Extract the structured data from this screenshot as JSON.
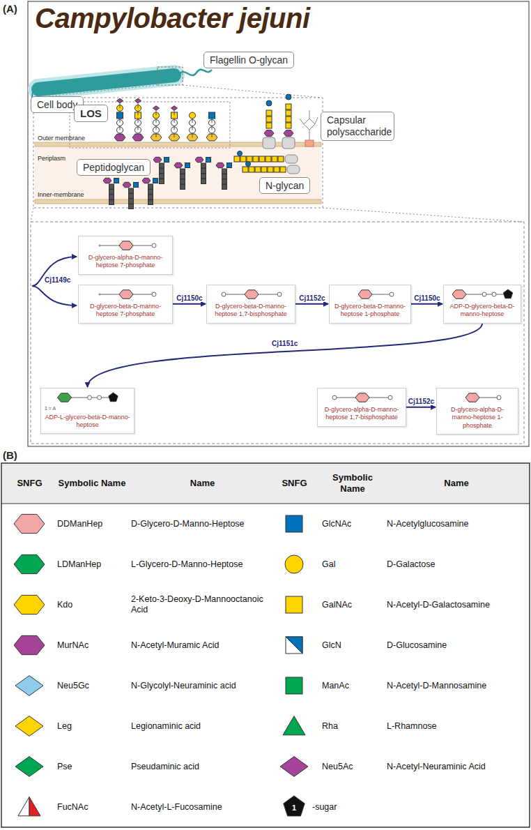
{
  "diagram": {
    "title": "Campylobacter jejuni",
    "nodes": [
      {
        "text": [
          "Flagellin O-glycan"
        ]
      },
      {
        "text": [
          "Cell body"
        ]
      },
      {
        "text": [
          "LOS"
        ]
      },
      {
        "text": [
          "Capsular polysaccharide"
        ]
      },
      {
        "text": [
          "Peptidoglycan"
        ]
      },
      {
        "text": [
          "N-glycan"
        ]
      },
      {
        "text": [
          "D-glycero-alpha-D-manno-heptose 7-phosphate"
        ]
      },
      {
        "text": [
          "D-glycero-beta-D-manno-heptose 7-phosphate"
        ]
      },
      {
        "text": [
          "D-glycero-beta-D-manno-heptose 1,7-bisphosphate"
        ]
      },
      {
        "text": [
          "D-glycero-beta-D-manno-heptose 1-phosphate"
        ]
      },
      {
        "text": [
          "ADP-D-glycero-beta-D-manno-heptose"
        ]
      },
      {
        "text": [
          "1 = A",
          "ADP-L-glycero-beta-D-manno-heptose"
        ]
      },
      {
        "text": [
          "D-glycero-alpha-D-manno-heptose 1,7-bisphosphate"
        ]
      },
      {
        "text": [
          "D-glycero-alpha-D-manno-heptose 1-phosphate"
        ]
      }
    ],
    "edges": [
      {
        "from": 7,
        "to": 8,
        "arrow": "to",
        "label": "Cj1150c"
      },
      {
        "from": 8,
        "to": 9,
        "arrow": "to",
        "label": "Cj1152c"
      },
      {
        "from": 9,
        "to": 10,
        "arrow": "to",
        "label": "Cj1150c"
      },
      {
        "from": 10,
        "to": 11,
        "arrow": "to",
        "label": "Cj1151c"
      },
      {
        "from": 12,
        "to": 13,
        "arrow": "to",
        "label": "Cj1152c"
      }
    ],
    "labels": [
      "(A)",
      "Outer membrane",
      "Periplasm",
      "Inner-membrane",
      "Cj1149c",
      "(B)",
      "SNFG",
      "Symbolic Name",
      "Name",
      "SNFG",
      "Symbolic Name",
      "Name",
      "DDManHep",
      "D-Glycero-D-Manno-Heptose",
      "GlcNAc",
      "N-Acetylglucosamine",
      "LDManHep",
      "L-Glycero-D-Manno-Heptose",
      "Gal",
      "D-Galactose",
      "Kdo",
      "2-Keto-3-Deoxy-D-Mannooctanoic Acid",
      "GalNAc",
      "N-Acetyl-D-Galactosamine",
      "MurNAc",
      "N-Acetyl-Muramic Acid",
      "GlcN",
      "D-Glucosamine",
      "Neu5Gc",
      "N-Glycolyl-Neuraminic acid",
      "ManAc",
      "N-Acetyl-D-Mannosamine",
      "Leg",
      "Legionaminic acid",
      "Rha",
      "L-Rhamnose",
      "Pse",
      "Pseudaminic acid",
      "Neu5Ac",
      "N-Acetyl-Neuraminic Acid",
      "FucNAc",
      "N-Acetyl-L-Fucosamine",
      "1",
      "-sugar"
    ]
  }
}
